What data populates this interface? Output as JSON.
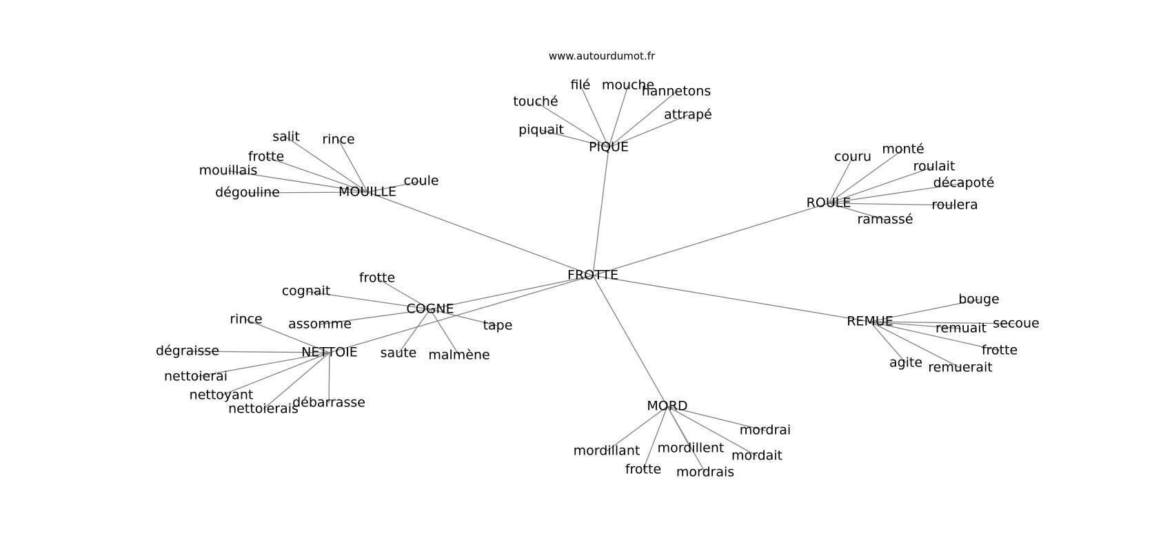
{
  "site": "www.autourdumot.fr",
  "edge_color": "#808080",
  "center": "FROTTE",
  "hubs": [
    {
      "id": "pique",
      "label": "PIQUE",
      "leaves": [
        "filé",
        "mouche",
        "hannetons",
        "touché",
        "attrapé",
        "piquait"
      ]
    },
    {
      "id": "mouille",
      "label": "MOUILLE",
      "leaves": [
        "salit",
        "rince",
        "frotte",
        "mouillais",
        "coule",
        "dégouline"
      ]
    },
    {
      "id": "roule",
      "label": "ROULE",
      "leaves": [
        "couru",
        "monté",
        "roulait",
        "décapoté",
        "roulera",
        "ramassé"
      ]
    },
    {
      "id": "cogne",
      "label": "COGNE",
      "leaves": [
        "frotte",
        "cognait",
        "assomme",
        "tape",
        "saute",
        "malmène"
      ]
    },
    {
      "id": "nettoie",
      "label": "NETTOIE",
      "leaves": [
        "rince",
        "dégraisse",
        "nettoierai",
        "nettoyant",
        "nettoierais",
        "débarrasse"
      ]
    },
    {
      "id": "remue",
      "label": "REMUE",
      "leaves": [
        "bouge",
        "secoue",
        "remuait",
        "frotte",
        "agite",
        "remuerait"
      ]
    },
    {
      "id": "mord",
      "label": "MORD",
      "leaves": [
        "mordrai",
        "mordillant",
        "mordillent",
        "mordait",
        "frotte",
        "mordrais"
      ]
    }
  ]
}
